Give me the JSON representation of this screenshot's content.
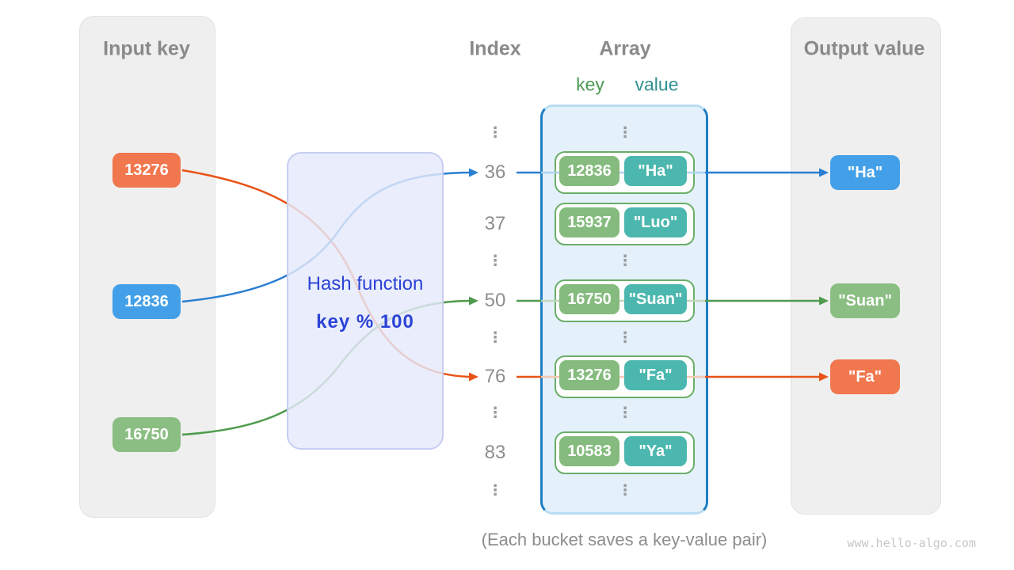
{
  "diagram": {
    "input_panel": {
      "title": "Input key",
      "keys": [
        {
          "label": "13276",
          "color": "#f0774e"
        },
        {
          "label": "12836",
          "color": "#43a0e8"
        },
        {
          "label": "16750",
          "color": "#8bbe82"
        }
      ]
    },
    "hash_box": {
      "title": "Hash function",
      "formula": "key % 100"
    },
    "index_column": {
      "title": "Index",
      "rows": [
        "⋮",
        "36",
        "37",
        "⋮",
        "50",
        "⋮",
        "76",
        "⋮",
        "83",
        "⋮"
      ]
    },
    "array_panel": {
      "title": "Array",
      "key_header": "key",
      "value_header": "value",
      "ellipsis": "⋮",
      "buckets": [
        {
          "index": "36",
          "key": "12836",
          "value": "\"Ha\""
        },
        {
          "index": "37",
          "key": "15937",
          "value": "\"Luo\""
        },
        {
          "index": "50",
          "key": "16750",
          "value": "\"Suan\""
        },
        {
          "index": "76",
          "key": "13276",
          "value": "\"Fa\""
        },
        {
          "index": "83",
          "key": "10583",
          "value": "\"Ya\""
        }
      ]
    },
    "output_panel": {
      "title": "Output value",
      "values": [
        {
          "label": "\"Ha\"",
          "color": "#43a0e8"
        },
        {
          "label": "\"Suan\"",
          "color": "#8bbe82"
        },
        {
          "label": "\"Fa\"",
          "color": "#f0774e"
        }
      ]
    },
    "caption": "(Each bucket saves a key-value pair)",
    "watermark": "www.hello-algo.com",
    "colors": {
      "arrow_blue": "#2b7fd2",
      "arrow_blue_light": "#aed2ee",
      "arrow_green": "#4f9b4d",
      "arrow_green_light": "#bed8b9",
      "arrow_orange": "#e85317",
      "arrow_orange_light": "#f5c7b2",
      "hash_text": "#2b43d6",
      "key_header_green": "#4c9b52",
      "value_header_teal": "#31918f",
      "array_border_blue": "#1f7ec4",
      "bucket_key_green": "#85bb7e",
      "bucket_value_teal": "#4cb7ae",
      "panel_gray": "#efefef",
      "label_gray": "#8a8a8a"
    }
  }
}
